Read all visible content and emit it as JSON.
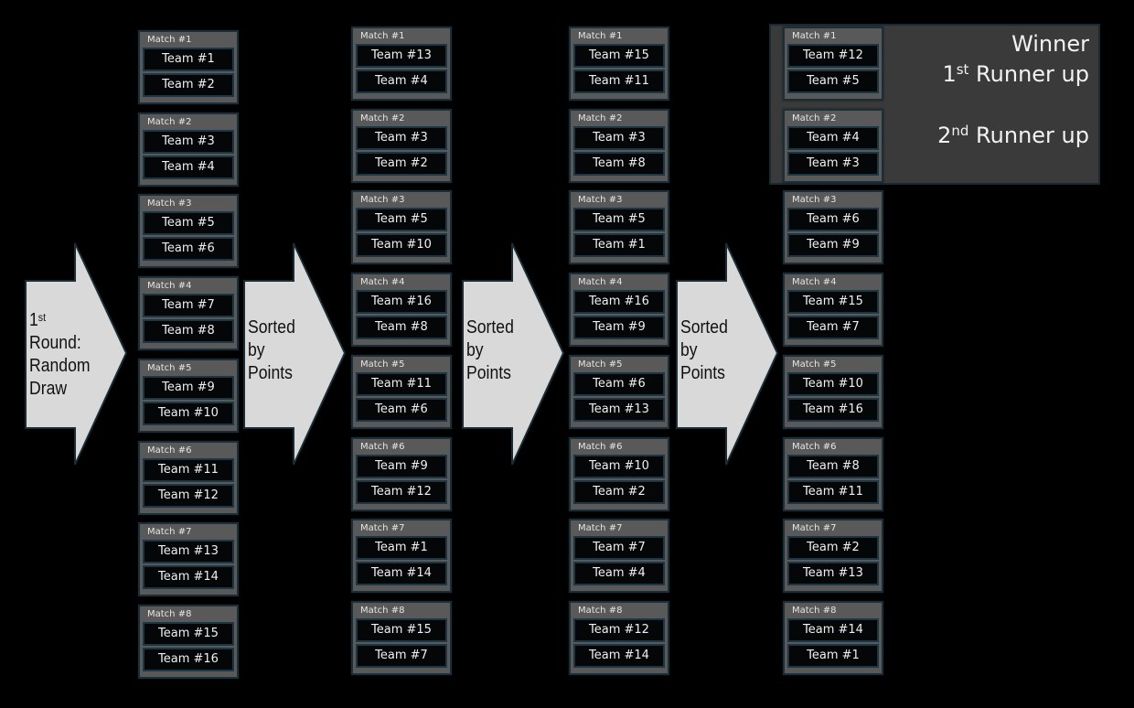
{
  "arrows": [
    {
      "lines": [
        "1|st",
        "Round:",
        "Random",
        "Draw"
      ]
    },
    {
      "lines": [
        "Sorted",
        "by",
        "Points"
      ]
    },
    {
      "lines": [
        "Sorted",
        "by",
        "Points"
      ]
    },
    {
      "lines": [
        "Sorted",
        "by",
        "Points"
      ]
    }
  ],
  "winner_panel": {
    "winner": "Winner",
    "first_runner_up_num": "1",
    "first_runner_up_sup": "st",
    "first_runner_up_text": " Runner up",
    "second_runner_up_num": "2",
    "second_runner_up_sup": "nd",
    "second_runner_up_text": " Runner up"
  },
  "rounds": [
    {
      "matches": [
        {
          "label": "Match #1",
          "teams": [
            "Team #1",
            "Team #2"
          ]
        },
        {
          "label": "Match #2",
          "teams": [
            "Team #3",
            "Team #4"
          ]
        },
        {
          "label": "Match #3",
          "teams": [
            "Team #5",
            "Team #6"
          ]
        },
        {
          "label": "Match #4",
          "teams": [
            "Team #7",
            "Team #8"
          ]
        },
        {
          "label": "Match #5",
          "teams": [
            "Team #9",
            "Team #10"
          ]
        },
        {
          "label": "Match #6",
          "teams": [
            "Team #11",
            "Team #12"
          ]
        },
        {
          "label": "Match #7",
          "teams": [
            "Team #13",
            "Team #14"
          ]
        },
        {
          "label": "Match #8",
          "teams": [
            "Team #15",
            "Team #16"
          ]
        }
      ]
    },
    {
      "matches": [
        {
          "label": "Match #1",
          "teams": [
            "Team #13",
            "Team #4"
          ]
        },
        {
          "label": "Match #2",
          "teams": [
            "Team #3",
            "Team #2"
          ]
        },
        {
          "label": "Match #3",
          "teams": [
            "Team #5",
            "Team #10"
          ]
        },
        {
          "label": "Match #4",
          "teams": [
            "Team #16",
            "Team #8"
          ]
        },
        {
          "label": "Match #5",
          "teams": [
            "Team #11",
            "Team #6"
          ]
        },
        {
          "label": "Match #6",
          "teams": [
            "Team #9",
            "Team #12"
          ]
        },
        {
          "label": "Match #7",
          "teams": [
            "Team #1",
            "Team #14"
          ]
        },
        {
          "label": "Match #8",
          "teams": [
            "Team #15",
            "Team #7"
          ]
        }
      ]
    },
    {
      "matches": [
        {
          "label": "Match #1",
          "teams": [
            "Team #15",
            "Team #11"
          ]
        },
        {
          "label": "Match #2",
          "teams": [
            "Team #3",
            "Team #8"
          ]
        },
        {
          "label": "Match #3",
          "teams": [
            "Team #5",
            "Team #1"
          ]
        },
        {
          "label": "Match #4",
          "teams": [
            "Team #16",
            "Team #9"
          ]
        },
        {
          "label": "Match #5",
          "teams": [
            "Team #6",
            "Team #13"
          ]
        },
        {
          "label": "Match #6",
          "teams": [
            "Team #10",
            "Team #2"
          ]
        },
        {
          "label": "Match #7",
          "teams": [
            "Team #7",
            "Team #4"
          ]
        },
        {
          "label": "Match #8",
          "teams": [
            "Team #12",
            "Team #14"
          ]
        }
      ]
    },
    {
      "matches": [
        {
          "label": "Match #1",
          "teams": [
            "Team #12",
            "Team #5"
          ]
        },
        {
          "label": "Match #2",
          "teams": [
            "Team #4",
            "Team #3"
          ]
        },
        {
          "label": "Match #3",
          "teams": [
            "Team #6",
            "Team #9"
          ]
        },
        {
          "label": "Match #4",
          "teams": [
            "Team #15",
            "Team #7"
          ]
        },
        {
          "label": "Match #5",
          "teams": [
            "Team #10",
            "Team #16"
          ]
        },
        {
          "label": "Match #6",
          "teams": [
            "Team #8",
            "Team #11"
          ]
        },
        {
          "label": "Match #7",
          "teams": [
            "Team #2",
            "Team #13"
          ]
        },
        {
          "label": "Match #8",
          "teams": [
            "Team #14",
            "Team #1"
          ]
        }
      ]
    }
  ],
  "colors": {
    "background": "#000000",
    "match_box": "#595959",
    "team_cell": "#050608",
    "arrow_fill": "#d9d9d9",
    "winner_panel": "#3a3a3a"
  }
}
